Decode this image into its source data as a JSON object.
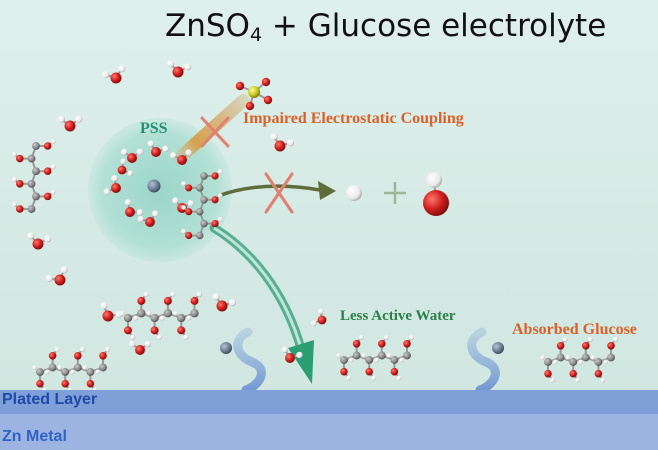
{
  "title": {
    "main": "ZnSO",
    "sub": "4",
    "rest": " + Glucose electrolyte"
  },
  "labels": {
    "pss": "PSS",
    "impaired": "Impaired Electrostatic Coupling",
    "less_active_water": "Less Active Water",
    "absorbed_glucose": "Absorbed Glucose",
    "plated_layer": "Plated Layer",
    "zn_metal": "Zn Metal"
  },
  "colors": {
    "background": "#d8ebe6",
    "pss_sphere": "#9fd6cc",
    "oxygen": "#d21f1f",
    "hydrogen": "#f2f2f2",
    "carbon": "#8a8a8a",
    "sulfur": "#c8c81e",
    "zinc_ion": "#6d7f93",
    "arrow_green": "#2c9e74",
    "arrow_olive": "#5f6d3a",
    "cross_red": "#e0806f",
    "plated_layer": "#7f9fd8",
    "zn_metal": "#9db4e3"
  },
  "icons": [
    "water-molecule",
    "glucose-molecule",
    "sulfate-ion",
    "zinc-ion",
    "hydrogen-atom",
    "cross-mark",
    "arrow",
    "wave-glyph"
  ]
}
